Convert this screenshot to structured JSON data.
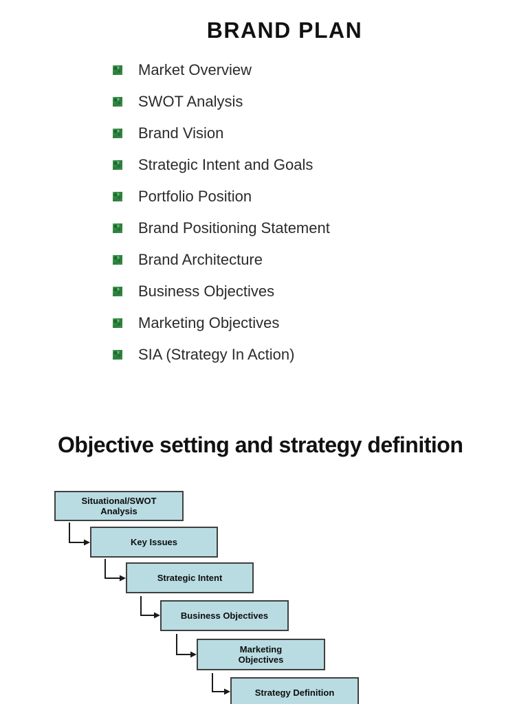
{
  "slide1": {
    "title": "BRAND PLAN",
    "items": [
      "Market Overview",
      "SWOT Analysis",
      "Brand Vision",
      "Strategic Intent and Goals",
      "Portfolio Position",
      "Brand Positioning Statement",
      "Brand Architecture",
      "Business Objectives",
      "Marketing Objectives",
      "SIA (Strategy In Action)"
    ]
  },
  "slide2": {
    "title": "Objective setting and strategy definition",
    "steps": [
      {
        "label": "Situational/SWOT\nAnalysis"
      },
      {
        "label": "Key Issues"
      },
      {
        "label": "Strategic Intent"
      },
      {
        "label": "Business Objectives"
      },
      {
        "label": "Marketing\nObjectives"
      },
      {
        "label": "Strategy Definition"
      }
    ]
  },
  "colors": {
    "box_fill": "#b9dce2",
    "box_border": "#3f3f3f",
    "bullet_green": "#2f8b40",
    "arrow": "#1a1a1a",
    "title_text": "#111111",
    "body_text": "#2b2b2b"
  }
}
